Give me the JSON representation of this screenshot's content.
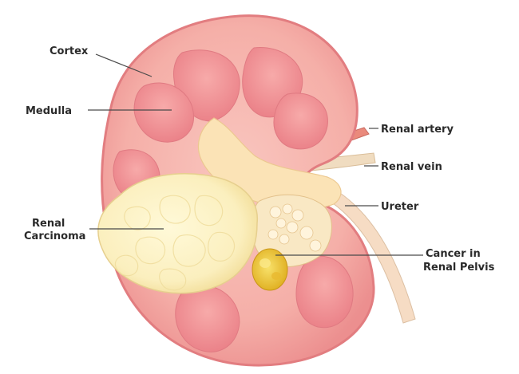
{
  "labels": {
    "cortex": "Cortex",
    "medulla": "Medulla",
    "renal_carcinoma_line1": "Renal",
    "renal_carcinoma_line2": "Carcinoma",
    "renal_artery": "Renal artery",
    "renal_vein": "Renal vein",
    "ureter": "Ureter",
    "cancer_line1": "Cancer in",
    "cancer_line2": "Renal Pelvis"
  },
  "colors": {
    "background": "#ffffff",
    "capsule": "#ef8a8c",
    "cortex": "#f6b3ad",
    "medulla_pyramid": "#ef8f94",
    "pelvis": "#fbe3b2",
    "tumor": "#fbf1c3",
    "cancer_nodule": "#f2cd3c",
    "artery": "#e88679",
    "vein": "#edd9b8",
    "leader_line": "#4a4a4a",
    "label_text": "#2a2a2a"
  }
}
